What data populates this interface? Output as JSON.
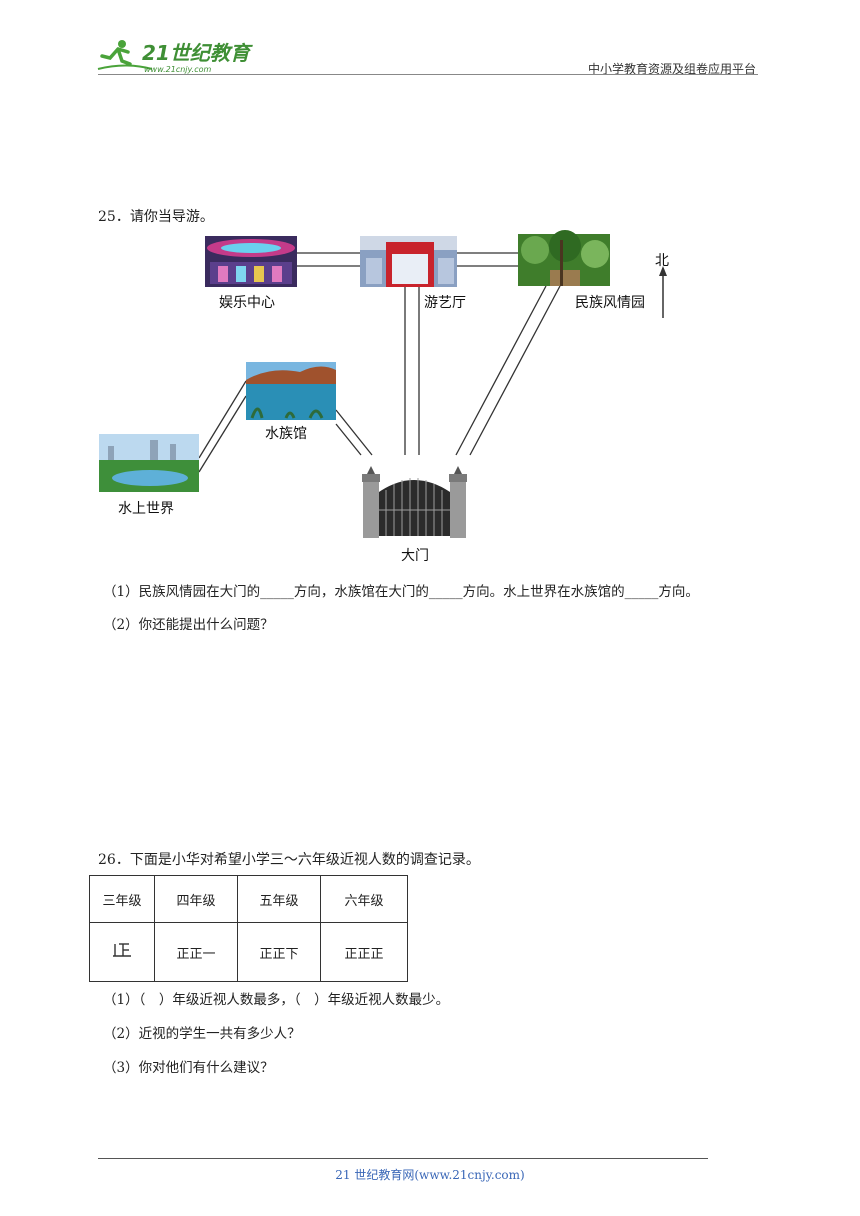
{
  "header": {
    "logo_text": "21世纪教育",
    "logo_url_text": "www.21cnjy.com",
    "platform": "中小学教育资源及组卷应用平台"
  },
  "q25": {
    "title": "25．请你当导游。",
    "labels": {
      "entertainment": "娱乐中心",
      "arcade": "游艺厅",
      "folk_garden": "民族风情园",
      "north": "北",
      "aquarium": "水族馆",
      "water_world": "水上世界",
      "gate": "大门"
    },
    "part1": "（1）民族风情园在大门的_____方向，水族馆在大门的_____方向。水上世界在水族馆的_____方向。",
    "part2": "（2）你还能提出什么问题？"
  },
  "q26": {
    "title": "26．下面是小华对希望小学三～六年级近视人数的调查记录。",
    "table": {
      "headers": [
        "三年级",
        "四年级",
        "五年级",
        "六年级"
      ],
      "tallies": [
        "正 (4)",
        "正正一",
        "正正下",
        "正正正"
      ]
    },
    "part1": "（1）（　）年级近视人数最多，（　）年级近视人数最少。",
    "part2": "（2）近视的学生一共有多少人？",
    "part3": "（3）你对他们有什么建议？"
  },
  "footer": {
    "text": "21 世纪教育网(www.21cnjy.com)"
  }
}
